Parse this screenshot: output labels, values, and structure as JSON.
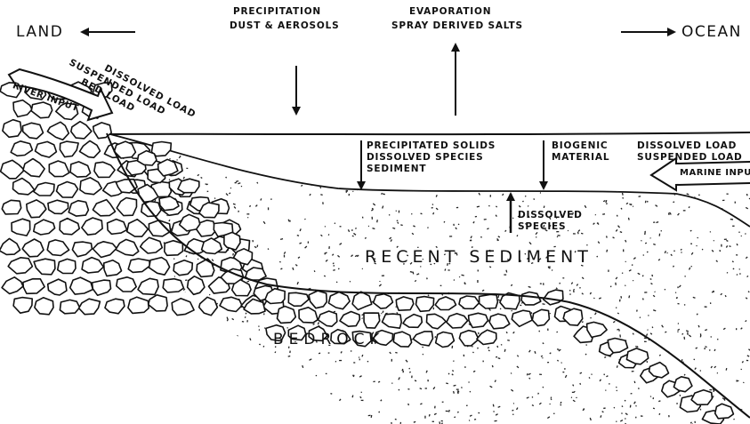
{
  "labels": {
    "land": "LAND",
    "ocean": "OCEAN",
    "precipitation": "PRECIPITATION",
    "dust_aerosols": "DUST & AEROSOLS",
    "evaporation": "EVAPORATION",
    "spray_salts": "SPRAY DERIVED SALTS",
    "river_input": "RIVER INPUT",
    "river_loads": [
      "DISSOLVED LOAD",
      "SUSPENDED LOAD",
      "BED LOAD"
    ],
    "precip_solids": [
      "PRECIPITATED SOLIDS",
      "DISSOLVED SPECIES",
      "SEDIMENT"
    ],
    "biogenic": [
      "BIOGENIC",
      "MATERIAL"
    ],
    "marine_loads": [
      "DISSOLVED LOAD",
      "SUSPENDED LOAD"
    ],
    "marine_input": "MARINE INPUT",
    "dissolved_species": [
      "DISSOLVED",
      "SPECIES"
    ],
    "recent_sediment": "RECENT SEDIMENT",
    "bedrock": "BEDROCK"
  }
}
